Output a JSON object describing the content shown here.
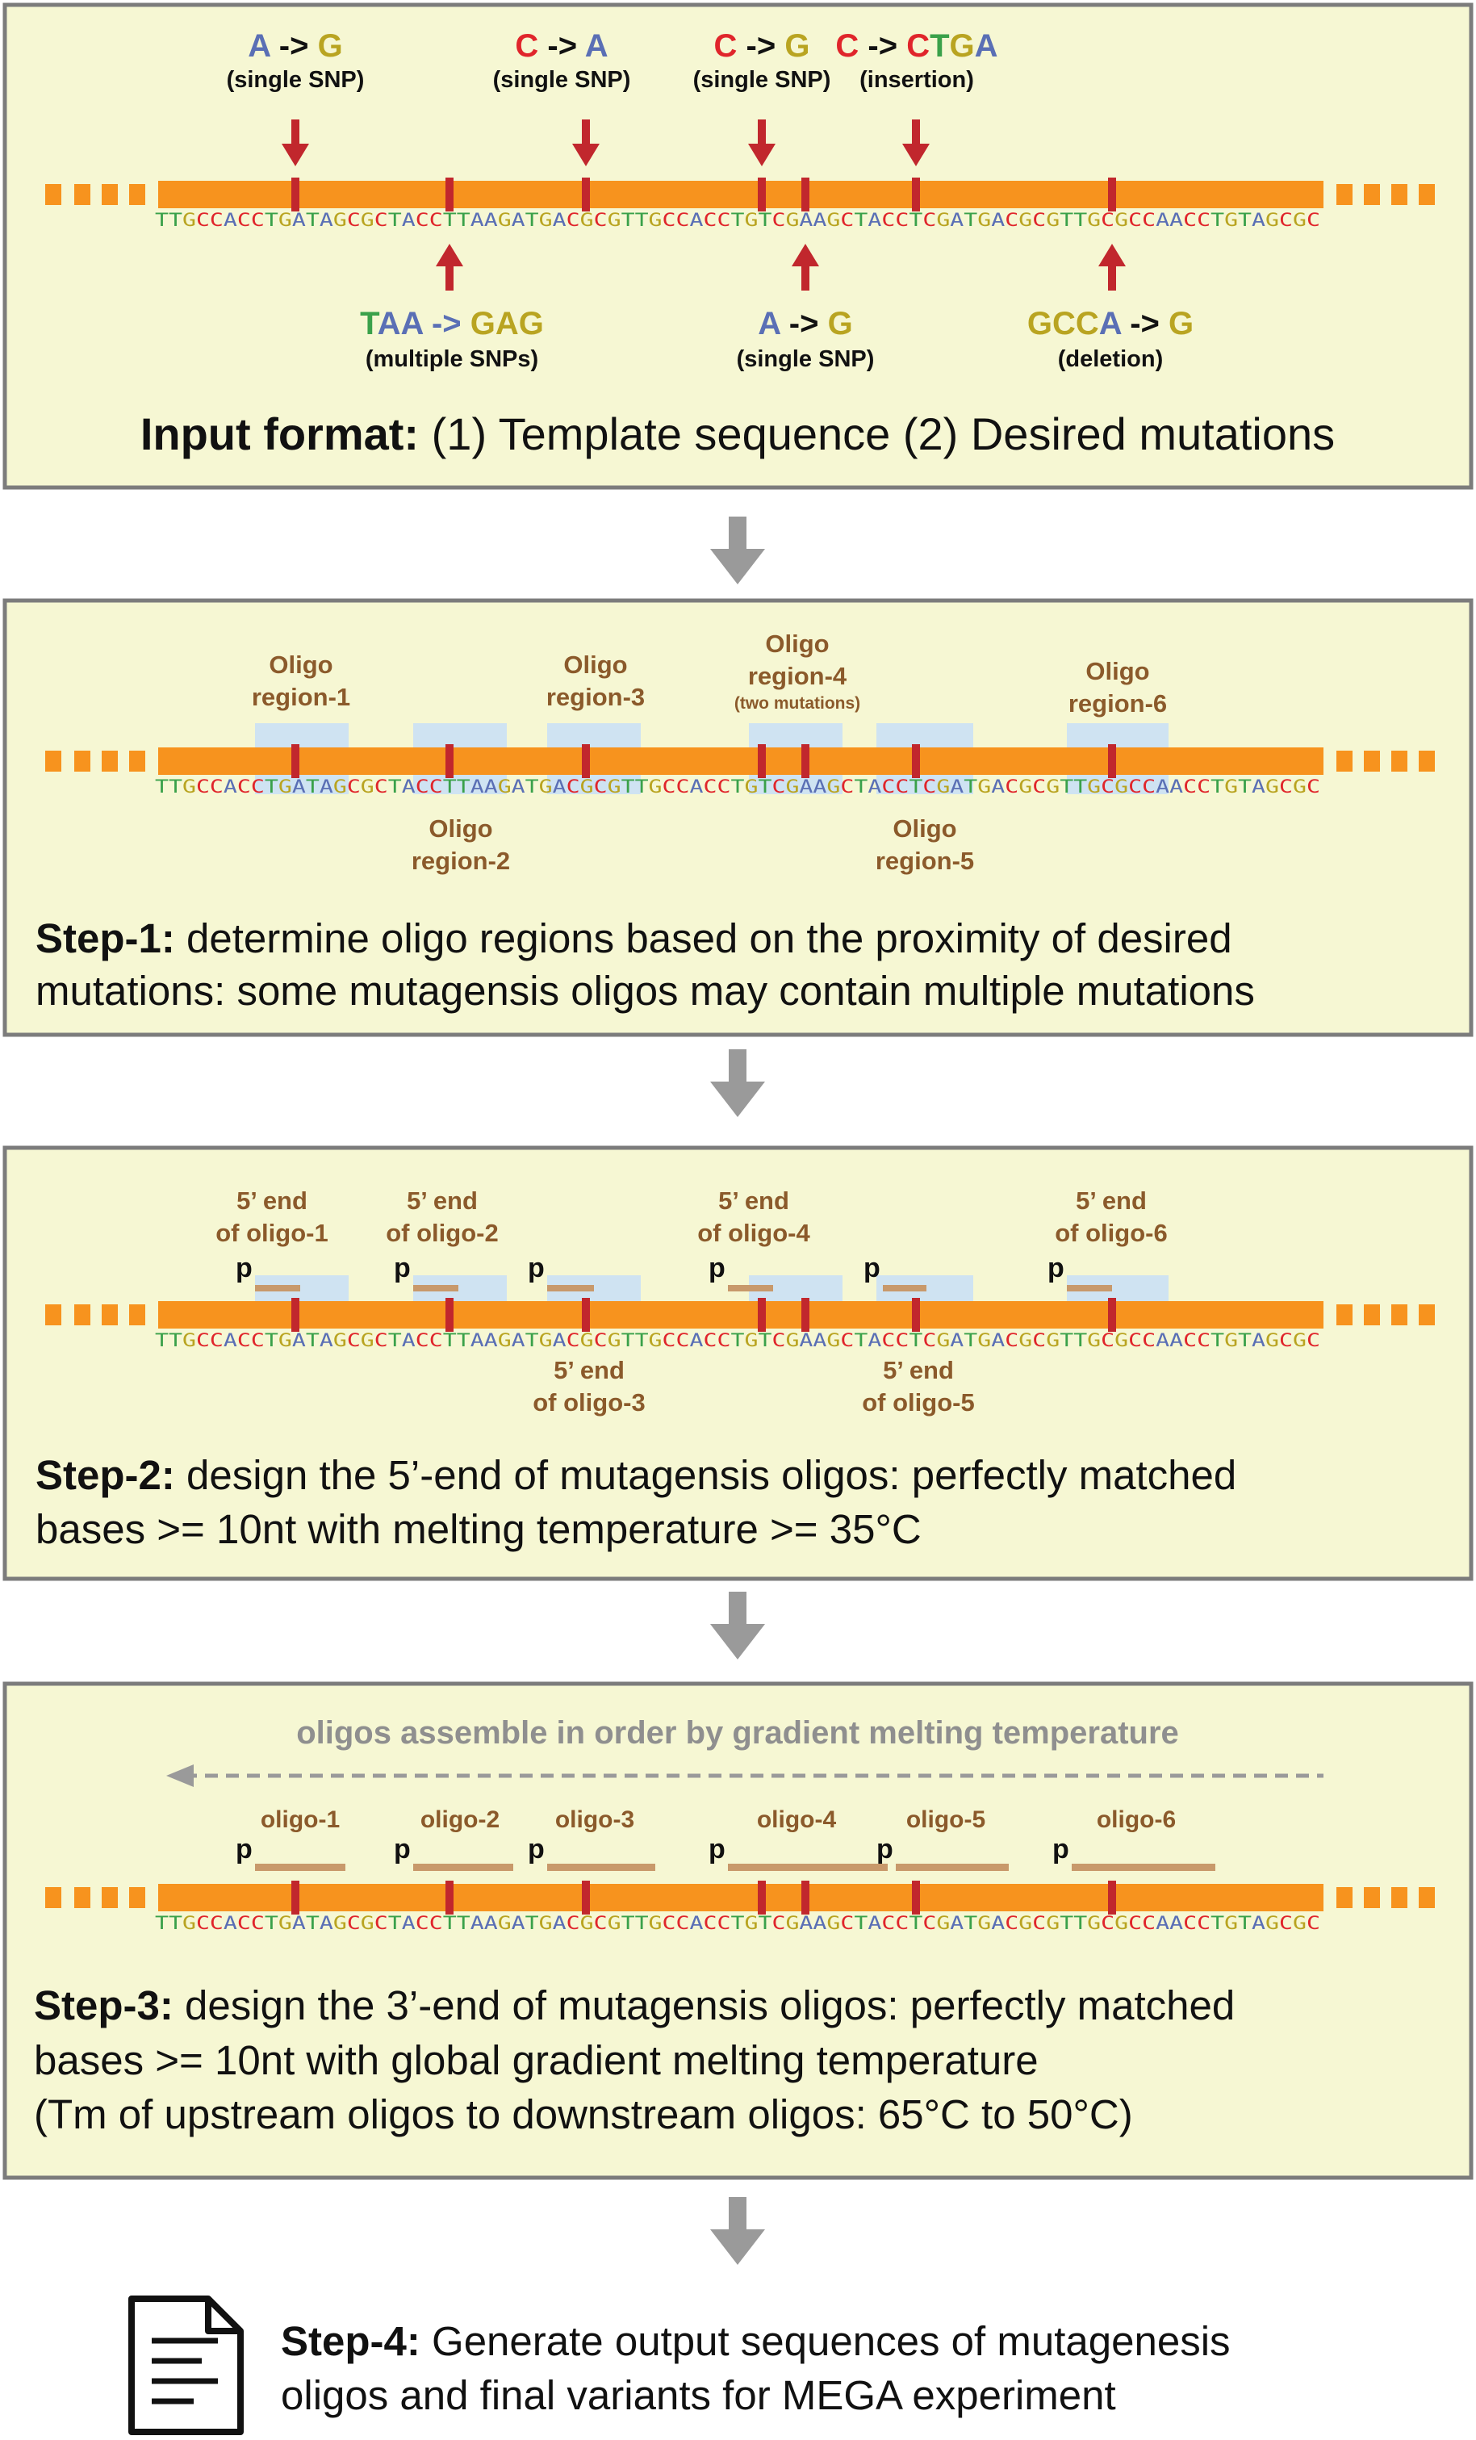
{
  "sequence": "TTGCCACCTGATAGCGCTACCTTAAGATGACGCGTTGCCACCTGTCGAAGCTACCTCGATGACGCGTTGCGCCAACCTGTAGCGC",
  "colors": {
    "panel_fill": "#f6f7d3",
    "panel_border": "#7c7c7c",
    "bar": "#f7931e",
    "mutation_mark": "#c1272d",
    "arrow": "#c1272d",
    "flow_arrow": "#9a9a9a",
    "oligo_text": "#8b5a2b",
    "oligo_bar": "#c8996b",
    "region_box": "#cfe3f2",
    "base_A": "#5a6fb5",
    "base_C": "#e0252b",
    "base_G": "#b9a421",
    "base_T": "#3aa14a"
  },
  "input": {
    "mutations_top": [
      {
        "parts": [
          {
            "t": "A",
            "c": "A"
          },
          {
            "t": " -> ",
            "c": "k"
          },
          {
            "t": "G",
            "c": "G"
          }
        ],
        "label": "(single SNP)"
      },
      {
        "parts": [
          {
            "t": "C",
            "c": "C"
          },
          {
            "t": " -> ",
            "c": "k"
          },
          {
            "t": "A",
            "c": "A"
          }
        ],
        "label": "(single SNP)"
      },
      {
        "parts": [
          {
            "t": "C",
            "c": "C"
          },
          {
            "t": " -> ",
            "c": "k"
          },
          {
            "t": "G",
            "c": "G"
          }
        ],
        "label": "(single SNP)"
      },
      {
        "parts": [
          {
            "t": "C",
            "c": "C"
          },
          {
            "t": " -> ",
            "c": "k"
          },
          {
            "t": "C",
            "c": "C"
          },
          {
            "t": "T",
            "c": "T"
          },
          {
            "t": "G",
            "c": "G"
          },
          {
            "t": "A",
            "c": "A"
          }
        ],
        "label": "(insertion)"
      }
    ],
    "mutations_bottom": [
      {
        "parts": [
          {
            "t": "T",
            "c": "T"
          },
          {
            "t": "AA",
            "c": "A"
          },
          {
            "t": " -> ",
            "c": "A"
          },
          {
            "t": "GAG",
            "c": "G"
          }
        ],
        "label": "(multiple SNPs)"
      },
      {
        "parts": [
          {
            "t": "A",
            "c": "A"
          },
          {
            "t": " -> ",
            "c": "k"
          },
          {
            "t": "G",
            "c": "G"
          }
        ],
        "label": "(single SNP)"
      },
      {
        "parts": [
          {
            "t": "GCC",
            "c": "G"
          },
          {
            "t": "A",
            "c": "A"
          },
          {
            "t": " -> ",
            "c": "k"
          },
          {
            "t": "G",
            "c": "G"
          }
        ],
        "label": "(deletion)"
      }
    ],
    "caption_bold": "Input format:",
    "caption_rest": " (1) Template sequence (2) Desired mutations"
  },
  "step1": {
    "regions_top": [
      {
        "line1": "Oligo",
        "line2": "region-1"
      },
      {
        "line1": "Oligo",
        "line2": "region-3"
      },
      {
        "line1": "Oligo",
        "line2": "region-4",
        "line3": "(two mutations)"
      },
      {
        "line1": "Oligo",
        "line2": "region-6"
      }
    ],
    "regions_bottom": [
      {
        "line1": "Oligo",
        "line2": "region-2"
      },
      {
        "line1": "Oligo",
        "line2": "region-5"
      }
    ],
    "caption_bold": "Step-1:",
    "caption_line1_rest": " determine oligo regions based on the proximity of desired",
    "caption_line2": "mutations: some mutagensis oligos may contain multiple mutations"
  },
  "step2": {
    "labels_top": [
      {
        "line1": "5’ end",
        "line2": "of oligo-1"
      },
      {
        "line1": "5’ end",
        "line2": "of oligo-2"
      },
      {
        "line1": "5’ end",
        "line2": "of oligo-4"
      },
      {
        "line1": "5’ end",
        "line2": "of oligo-6"
      }
    ],
    "labels_bottom": [
      {
        "line1": "5’ end",
        "line2": "of oligo-3"
      },
      {
        "line1": "5’ end",
        "line2": "of oligo-5"
      }
    ],
    "p_label": "p",
    "caption_bold": "Step-2:",
    "caption_line1_rest": " design the 5’-end of mutagensis oligos: perfectly matched",
    "caption_line2": "bases >= 10nt with melting temperature >= 35°C"
  },
  "step3": {
    "gradient_label": "oligos assemble in order by gradient melting temperature",
    "oligo_labels": [
      "oligo-1",
      "oligo-2",
      "oligo-3",
      "oligo-4",
      "oligo-5",
      "oligo-6"
    ],
    "p_label": "p",
    "caption_bold": "Step-3:",
    "caption_line1_rest": " design the 3’-end of mutagensis oligos: perfectly matched",
    "caption_line2": "bases >= 10nt with global gradient melting temperature",
    "caption_line3": "(Tm of upstream oligos to downstream oligos: 65°C to 50°C)"
  },
  "step4": {
    "icon": "document-icon",
    "caption_bold": "Step-4:",
    "caption_line1_rest": " Generate output sequences of mutagenesis",
    "caption_line2": "oligos and final variants for MEGA experiment"
  }
}
